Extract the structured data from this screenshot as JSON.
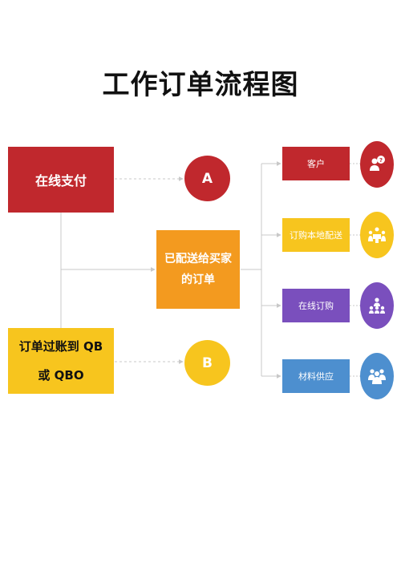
{
  "title": "工作订单流程图",
  "left_boxes": {
    "pay": "在线支付",
    "qb_line1": "订单过账到 QB",
    "qb_line2": "或 QBO"
  },
  "center_box": {
    "line1": "已配送给买家",
    "line2": "的订单"
  },
  "circles": {
    "a": "A",
    "b": "B"
  },
  "right_items": [
    {
      "label": "客户",
      "icon": "customer-question-icon",
      "color": "#c0282d"
    },
    {
      "label": "订购本地配送",
      "icon": "meeting-group-icon",
      "color": "#f7c51e"
    },
    {
      "label": "在线订购",
      "icon": "team-hierarchy-icon",
      "color": "#7a4fbd"
    },
    {
      "label": "材料供应",
      "icon": "group-people-icon",
      "color": "#4d8fcf"
    }
  ],
  "colors": {
    "red": "#c0282d",
    "yellow": "#f7c51e",
    "orange": "#f39a1f",
    "purple": "#7a4fbd",
    "blue": "#4d8fcf",
    "connector": "#c8c8c8"
  }
}
